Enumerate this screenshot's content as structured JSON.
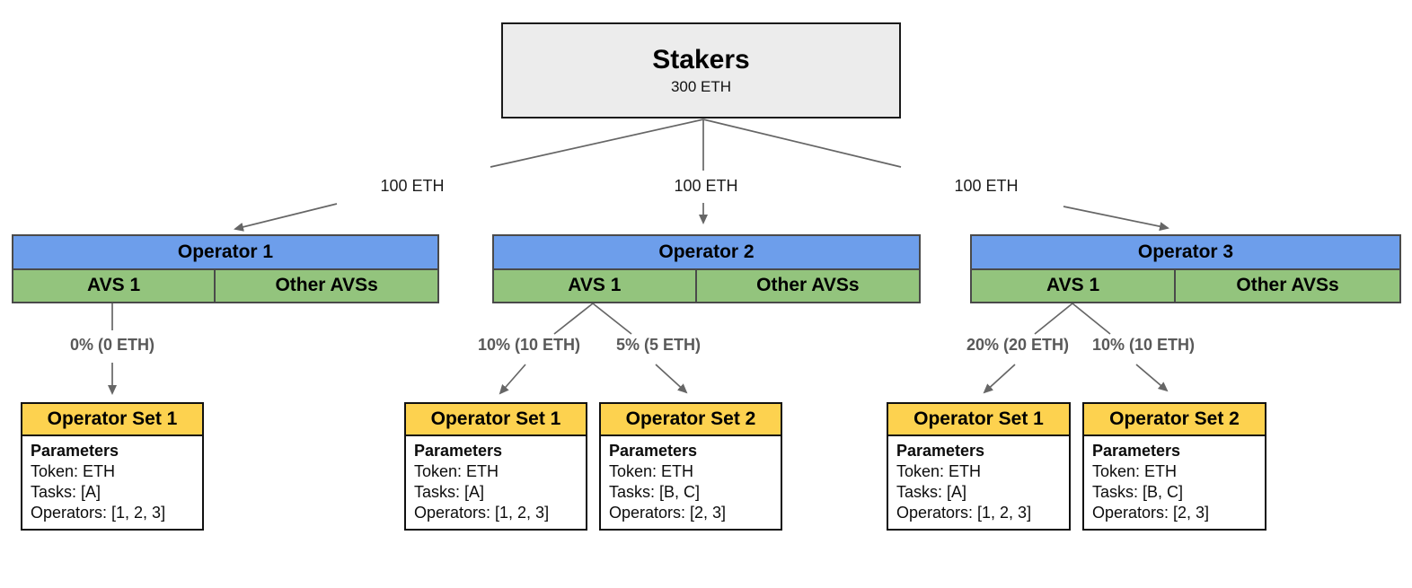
{
  "colors": {
    "operator_header_blue": "#6d9eeb",
    "avs_green": "#93c47d",
    "operator_set_yellow": "#fdd24f",
    "stakers_gray": "#ececec",
    "connector_gray": "#666666",
    "table_border": "#4a4a4a",
    "allocation_text": "#595959"
  },
  "stakers": {
    "title": "Stakers",
    "amount": "300 ETH"
  },
  "edges": {
    "labels": [
      "100 ETH",
      "100 ETH",
      "100 ETH"
    ]
  },
  "operators": [
    {
      "name": "Operator 1",
      "avs": "AVS 1",
      "other": "Other AVSs",
      "allocations": [
        "0% (0 ETH)"
      ],
      "sets": [
        {
          "title": "Operator Set 1",
          "heading": "Parameters",
          "lines": [
            "Token: ETH",
            "Tasks: [A]",
            "Operators: [1, 2, 3]"
          ]
        }
      ]
    },
    {
      "name": "Operator 2",
      "avs": "AVS 1",
      "other": "Other AVSs",
      "allocations": [
        "10% (10 ETH)",
        "5% (5 ETH)"
      ],
      "sets": [
        {
          "title": "Operator Set 1",
          "heading": "Parameters",
          "lines": [
            "Token: ETH",
            "Tasks: [A]",
            "Operators: [1, 2, 3]"
          ]
        },
        {
          "title": "Operator Set 2",
          "heading": "Parameters",
          "lines": [
            "Token: ETH",
            "Tasks: [B, C]",
            "Operators: [2, 3]"
          ]
        }
      ]
    },
    {
      "name": "Operator 3",
      "avs": "AVS 1",
      "other": "Other AVSs",
      "allocations": [
        "20% (20 ETH)",
        "10% (10 ETH)"
      ],
      "sets": [
        {
          "title": "Operator Set 1",
          "heading": "Parameters",
          "lines": [
            "Token: ETH",
            "Tasks: [A]",
            "Operators: [1, 2, 3]"
          ]
        },
        {
          "title": "Operator Set 2",
          "heading": "Parameters",
          "lines": [
            "Token: ETH",
            "Tasks: [B, C]",
            "Operators: [2, 3]"
          ]
        }
      ]
    }
  ]
}
